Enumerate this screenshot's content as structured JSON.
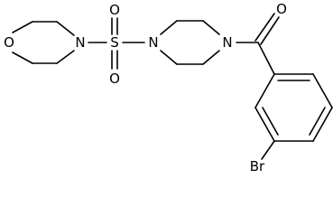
{
  "molecule": {
    "atoms": {
      "o_morpholine": "O",
      "n_morpholine": "N",
      "s_sulfonyl": "S",
      "o_sulfonyl_top": "O",
      "o_sulfonyl_bottom": "O",
      "n_piperazine_left": "N",
      "n_piperazine_right": "N",
      "o_carbonyl": "O",
      "br_substituent": "Br"
    }
  }
}
